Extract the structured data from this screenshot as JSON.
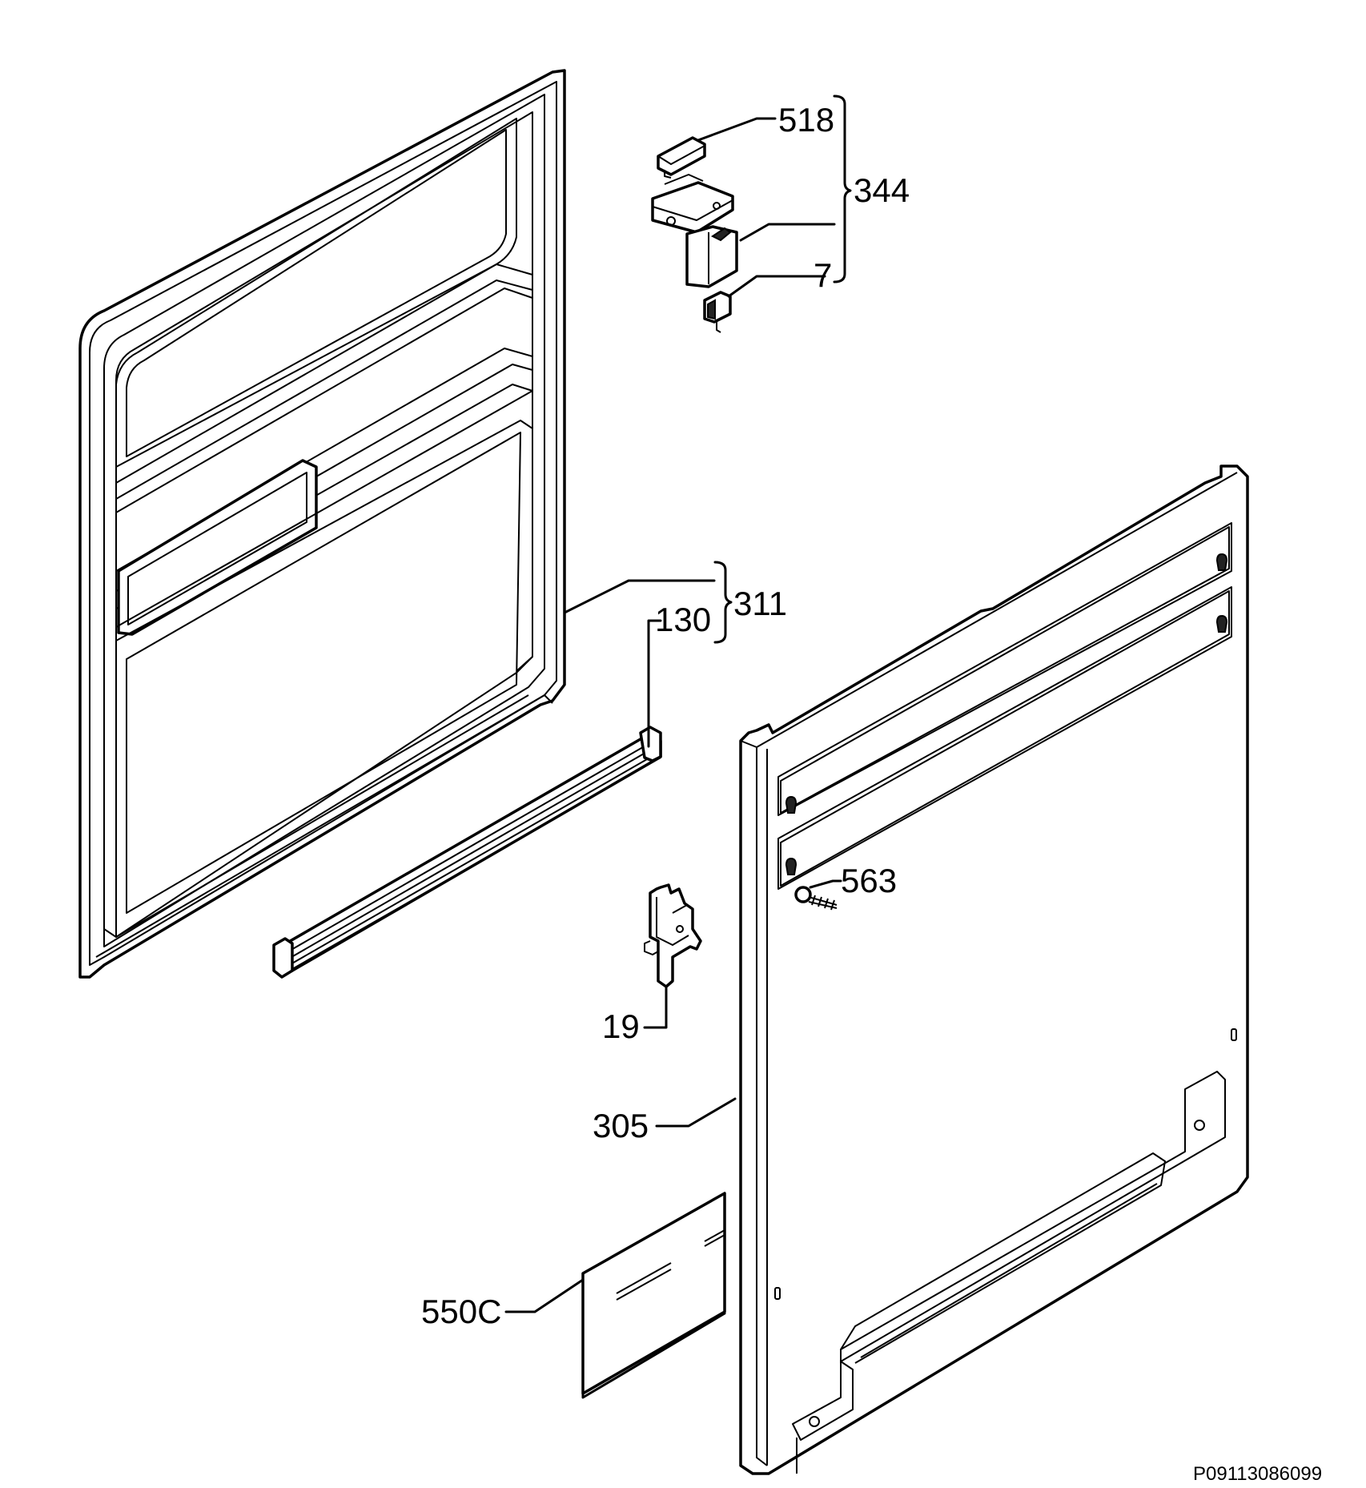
{
  "labels": {
    "p518": "518",
    "p344": "344",
    "p7": "7",
    "p311": "311",
    "p130": "130",
    "p563": "563",
    "p19": "19",
    "p305": "305",
    "p550c": "550C"
  },
  "diagram_code": "P09113086099"
}
